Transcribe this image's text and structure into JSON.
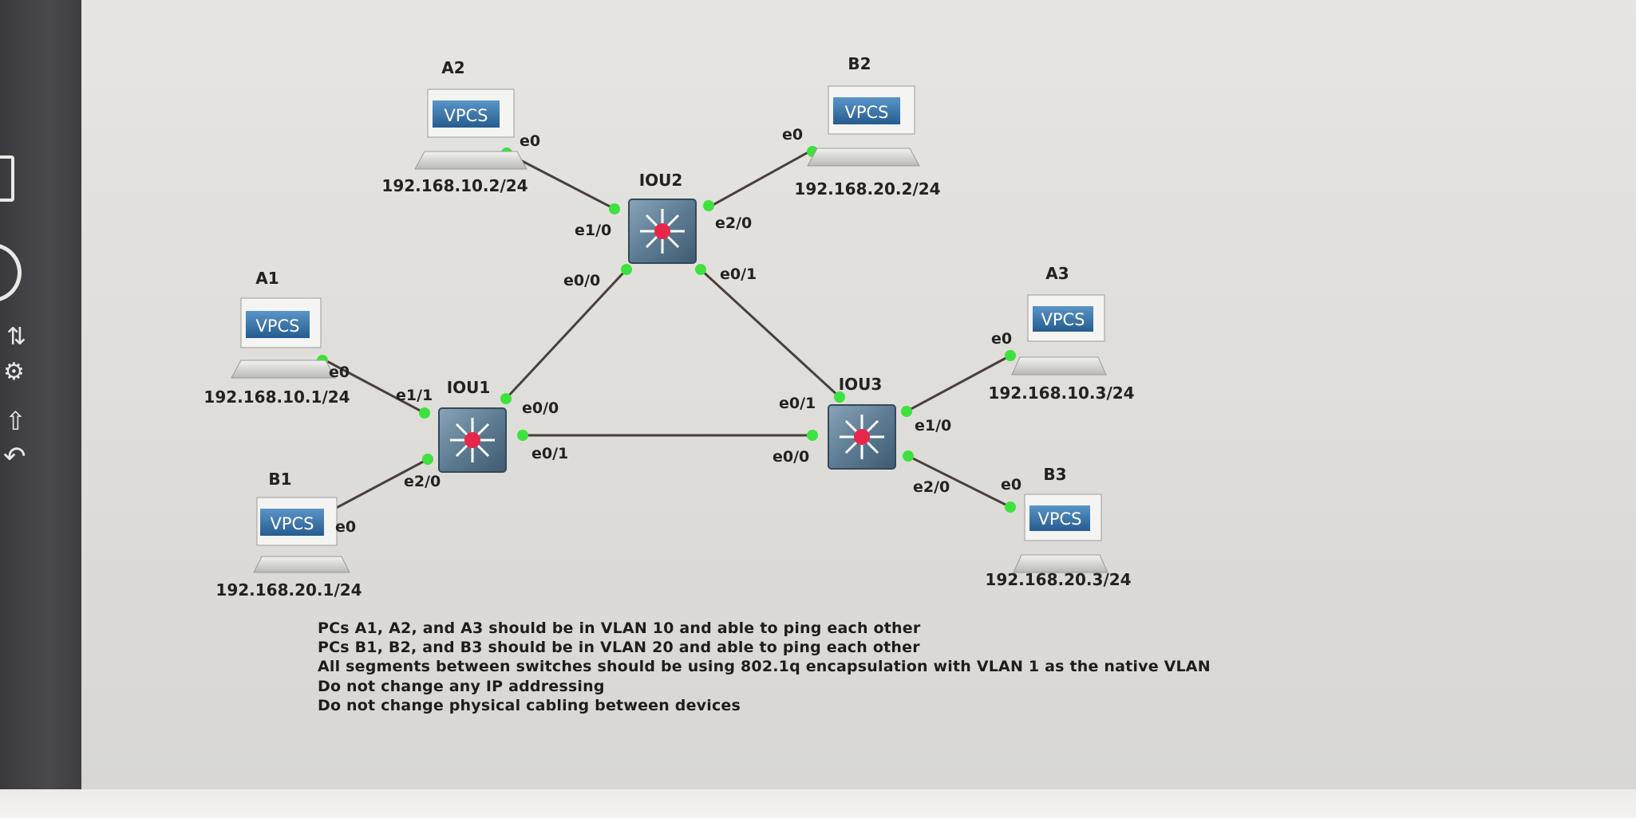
{
  "devices": {
    "switches": [
      {
        "id": "IOU1",
        "label": "IOU1"
      },
      {
        "id": "IOU2",
        "label": "IOU2"
      },
      {
        "id": "IOU3",
        "label": "IOU3"
      }
    ],
    "pcs": [
      {
        "id": "A1",
        "label": "A1",
        "badge": "VPCS",
        "ip": "192.168.10.1/24",
        "iface": "e0"
      },
      {
        "id": "A2",
        "label": "A2",
        "badge": "VPCS",
        "ip": "192.168.10.2/24",
        "iface": "e0"
      },
      {
        "id": "A3",
        "label": "A3",
        "badge": "VPCS",
        "ip": "192.168.10.3/24",
        "iface": "e0"
      },
      {
        "id": "B1",
        "label": "B1",
        "badge": "VPCS",
        "ip": "192.168.20.1/24",
        "iface": "e0"
      },
      {
        "id": "B2",
        "label": "B2",
        "badge": "VPCS",
        "ip": "192.168.20.2/24",
        "iface": "e0"
      },
      {
        "id": "B3",
        "label": "B3",
        "badge": "VPCS",
        "ip": "192.168.20.3/24",
        "iface": "e0"
      }
    ]
  },
  "interfaces": {
    "iou2_e1_0": "e1/0",
    "iou2_e2_0": "e2/0",
    "iou2_e0_0": "e0/0",
    "iou2_e0_1": "e0/1",
    "iou1_e1_1": "e1/1",
    "iou1_e0_0": "e0/0",
    "iou1_e0_1": "e0/1",
    "iou1_e2_0": "e2/0",
    "iou3_e0_1": "e0/1",
    "iou3_e0_0": "e0/0",
    "iou3_e1_0": "e1/0",
    "iou3_e2_0": "e2/0"
  },
  "links": [
    {
      "from": "A2:e0",
      "to": "IOU2:e1/0"
    },
    {
      "from": "B2:e0",
      "to": "IOU2:e2/0"
    },
    {
      "from": "IOU2:e0/0",
      "to": "IOU1:e0/0"
    },
    {
      "from": "IOU2:e0/1",
      "to": "IOU3:e0/1"
    },
    {
      "from": "A1:e0",
      "to": "IOU1:e1/1"
    },
    {
      "from": "B1:e0",
      "to": "IOU1:e2/0"
    },
    {
      "from": "IOU1:e0/1",
      "to": "IOU3:e0/0"
    },
    {
      "from": "A3:e0",
      "to": "IOU3:e1/0"
    },
    {
      "from": "B3:e0",
      "to": "IOU3:e2/0"
    }
  ],
  "instructions": [
    "PCs A1, A2, and A3 should be in VLAN 10 and able to ping each other",
    "PCs B1, B2, and B3 should be in VLAN 20 and able to ping each other",
    "All segments between switches should be using 802.1q encapsulation with VLAN 1 as the native VLAN",
    "Do not change any IP addressing",
    "Do not change physical cabling between devices"
  ],
  "sidebar": {
    "icons": [
      "window-icon",
      "disc-icon",
      "swap-icon",
      "settings-icon",
      "upload-icon",
      "undo-icon"
    ]
  },
  "colors": {
    "link_up": "#3ee23e",
    "switch_body": "#5d7c93",
    "vpcs_badge": "#2f6fa8",
    "cable": "#4a3f3a",
    "sidebar": "#404044"
  }
}
